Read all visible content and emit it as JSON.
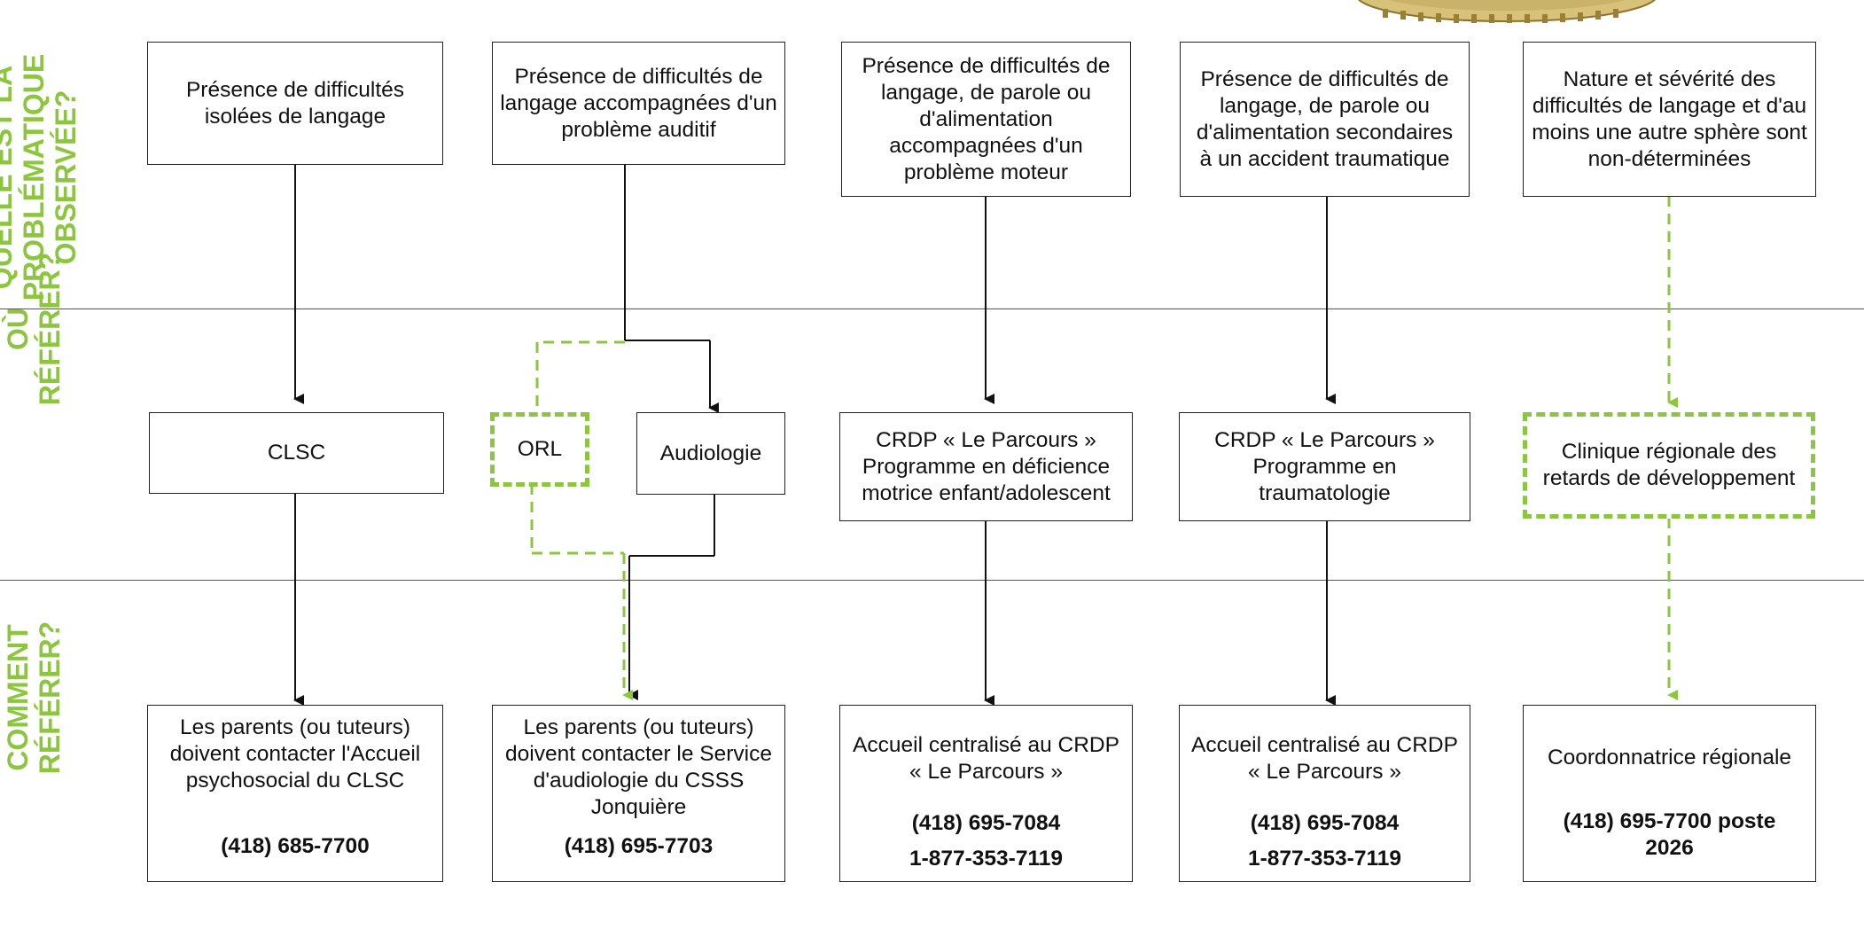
{
  "row_labels": {
    "problem": "QUELLE EST LA PROBLÉMATIQUE OBSERVÉE?",
    "where": "OÙ RÉFÉRER?",
    "how": "COMMENT RÉFÉRER?"
  },
  "colors": {
    "accent": "#8cc63e",
    "line": "#111111"
  },
  "problems": [
    "Présence de difficultés isolées de langage",
    "Présence de difficultés de langage accompagnées d'un problème auditif",
    "Présence de difficultés de langage, de parole ou d'alimentation accompagnées d'un problème moteur",
    "Présence de difficultés de langage, de parole ou d'alimentation secondaires à un accident traumatique",
    "Nature et sévérité des difficultés de langage et d'au moins une autre sphère sont non-déterminées"
  ],
  "destinations": {
    "clsc": "CLSC",
    "orl": "ORL",
    "audiologie": "Audiologie",
    "crdp_moteur": "CRDP « Le Parcours » Programme en déficience motrice enfant/adolescent",
    "crdp_trauma": "CRDP « Le Parcours » Programme en traumatologie",
    "clinique": "Clinique régionale des retards de développement"
  },
  "contacts": [
    {
      "text": "Les parents (ou tuteurs) doivent contacter l'Accueil psychosocial du CLSC",
      "phone": "(418) 685-7700",
      "phone2": ""
    },
    {
      "text": "Les parents (ou tuteurs) doivent contacter le Service d'audiologie du CSSS Jonquière",
      "phone": "(418) 695-7703",
      "phone2": ""
    },
    {
      "text": "Accueil centralisé au CRDP « Le Parcours »",
      "phone": "(418) 695-7084",
      "phone2": "1-877-353-7119"
    },
    {
      "text": "Accueil centralisé au CRDP « Le Parcours »",
      "phone": "(418) 695-7084",
      "phone2": "1-877-353-7119"
    },
    {
      "text": "Coordonnatrice régionale",
      "phone": "(418) 695-7700 poste 2026",
      "phone2": ""
    }
  ]
}
